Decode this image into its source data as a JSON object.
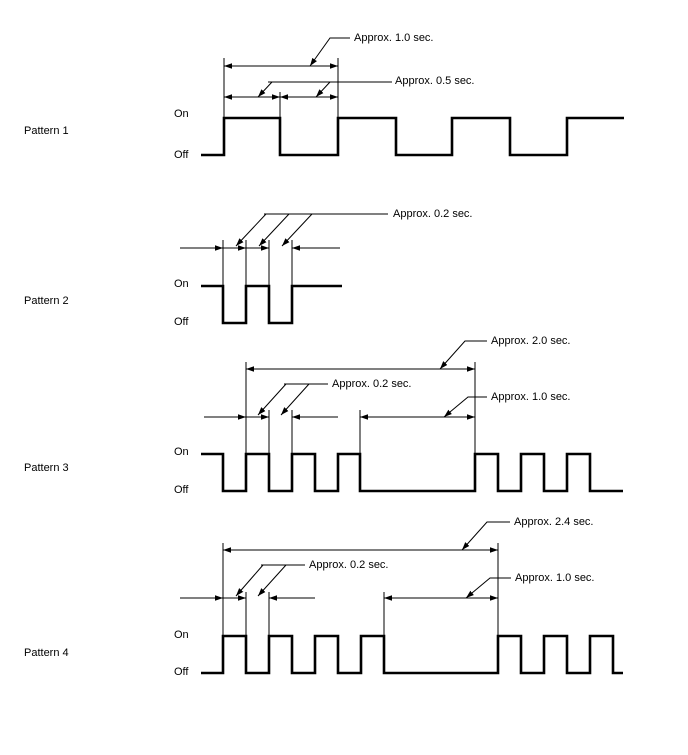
{
  "state_labels": {
    "on": "On",
    "off": "Off"
  },
  "patterns": [
    {
      "label": "Pattern 1",
      "annotations": [
        "Approx. 1.0 sec.",
        "Approx. 0.5 sec."
      ]
    },
    {
      "label": "Pattern 2",
      "annotations": [
        "Approx. 0.2 sec."
      ]
    },
    {
      "label": "Pattern 3",
      "annotations": [
        "Approx. 2.0 sec.",
        "Approx. 0.2 sec.",
        "Approx. 1.0 sec."
      ]
    },
    {
      "label": "Pattern 4",
      "annotations": [
        "Approx. 2.4 sec.",
        "Approx. 0.2 sec.",
        "Approx. 1.0 sec."
      ]
    }
  ]
}
